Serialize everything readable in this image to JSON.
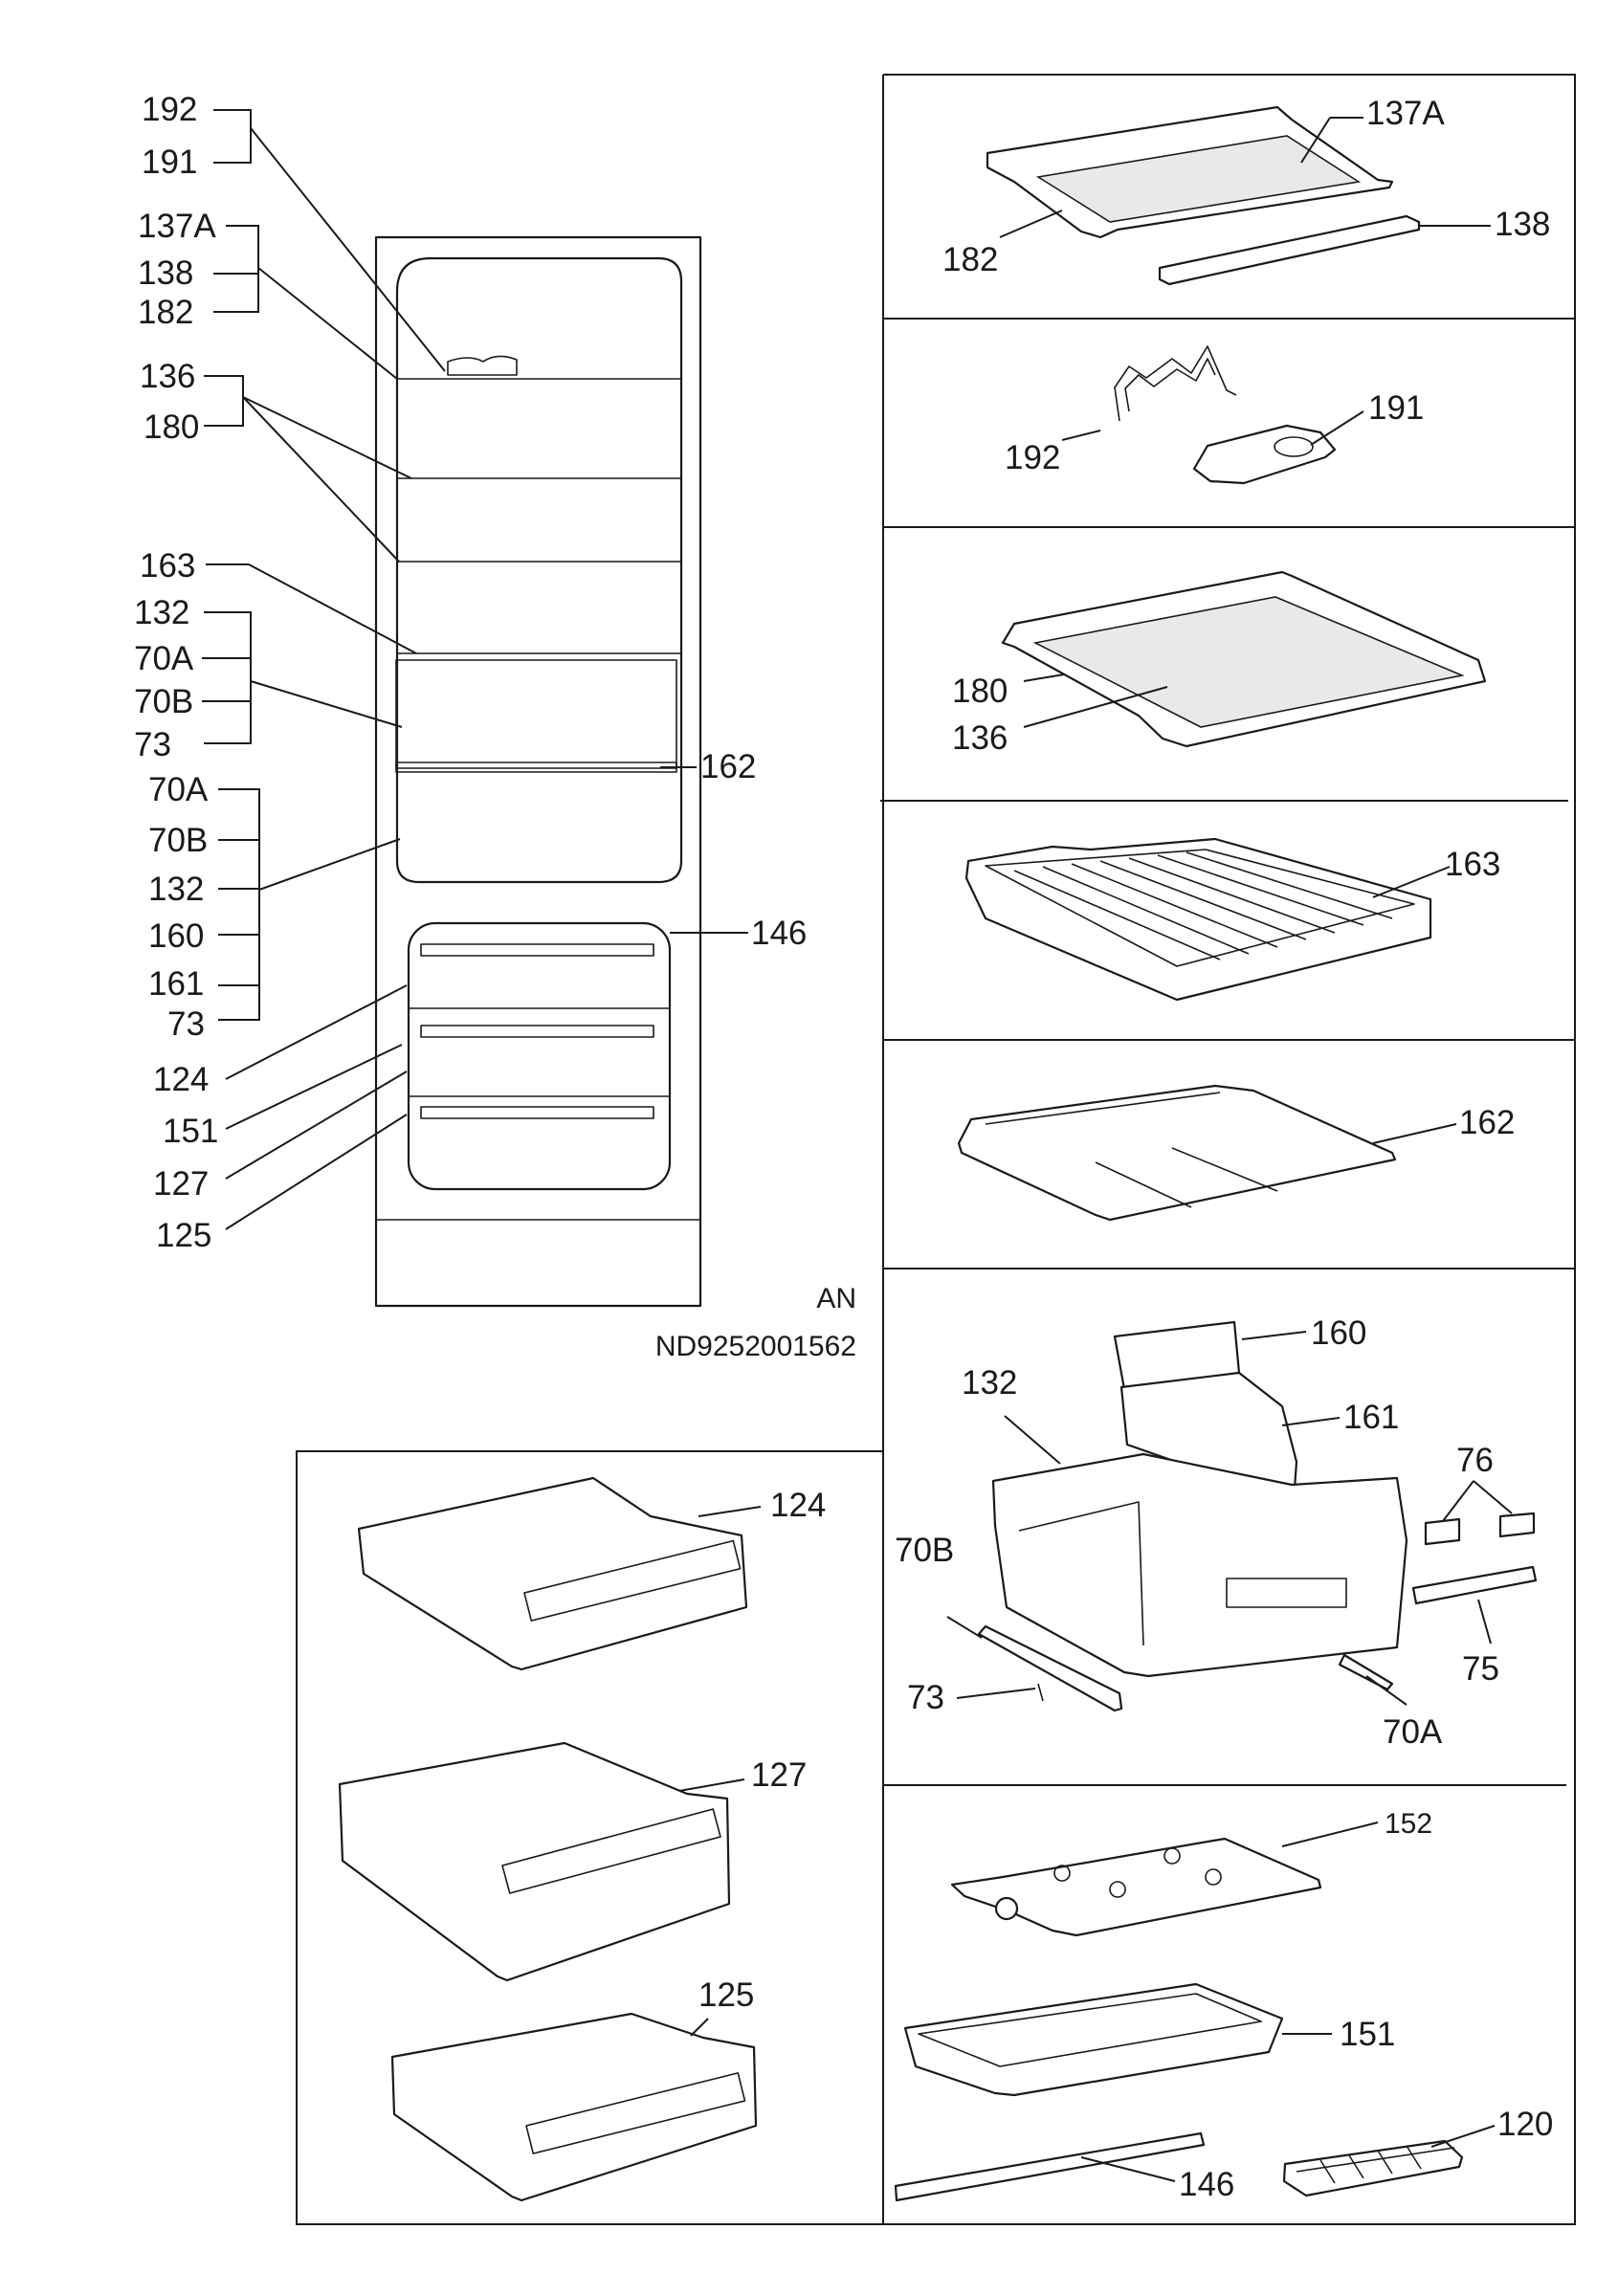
{
  "overview_labels": {
    "p192": "192",
    "p191": "191",
    "p137a": "137A",
    "p138": "138",
    "p182": "182",
    "p136": "136",
    "p180": "180",
    "p163": "163",
    "p132a": "132",
    "p70a_a": "70A",
    "p70b_a": "70B",
    "p73a": "73",
    "p162": "162",
    "p70a_b": "70A",
    "p70b_b": "70B",
    "p132b": "132",
    "p160": "160",
    "p161": "161",
    "p73b": "73",
    "p146": "146",
    "p124": "124",
    "p151": "151",
    "p127": "127",
    "p125": "125"
  },
  "doc_code": {
    "line1": "AN",
    "line2": "ND9252001562"
  },
  "panel_shelf_top": {
    "p137a": "137A",
    "p182": "182",
    "p138": "138"
  },
  "panel_wire": {
    "p192": "192",
    "p191": "191"
  },
  "panel_glass_shelf": {
    "p180": "180",
    "p136": "136"
  },
  "panel_rib_shelf": {
    "p163": "163"
  },
  "panel_cover": {
    "p162": "162"
  },
  "panel_crisper": {
    "p160": "160",
    "p132": "132",
    "p161": "161",
    "p76": "76",
    "p70b": "70B",
    "p75": "75",
    "p73": "73",
    "p70a": "70A"
  },
  "panel_freezer_acc": {
    "p152": "152",
    "p151": "151",
    "p120": "120",
    "p146": "146"
  },
  "panel_drawers": {
    "p124": "124",
    "p127": "127",
    "p125": "125"
  }
}
